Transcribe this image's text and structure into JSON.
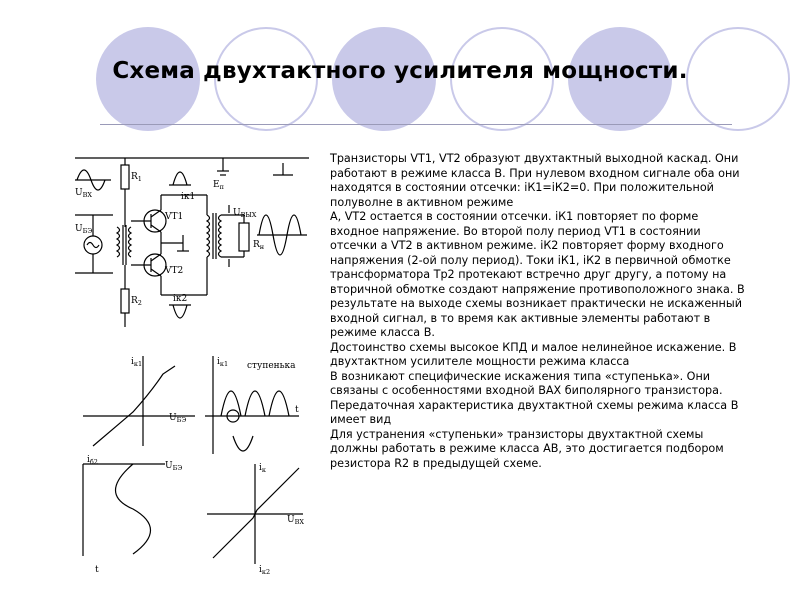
{
  "slide": {
    "title": "Схема двухтактного усилителя мощности."
  },
  "circuit_figure": {
    "labels": {
      "u_vkh": "U",
      "u_vkh_sub": "ВХ",
      "u_vykh": "U",
      "u_vykh_sub": "ВЫХ",
      "u_bz": "U",
      "u_bz_sub": "БЭ",
      "e_p": "E",
      "e_p_sub": "п",
      "vt1": "VT1",
      "vt2": "VT2",
      "r1": "R",
      "r1_sub": "1",
      "r2": "R",
      "r2_sub": "2",
      "rn": "R",
      "rn_sub": "н",
      "ik1": "iк1",
      "ik2": "iк2"
    }
  },
  "graphs_figure": {
    "labels": {
      "i_k1": "i",
      "i_k1_sub": "к1",
      "i_k1_b": "i",
      "i_k1_b_sub": "к1",
      "u_bz": "U",
      "u_bz_sub": "БЭ",
      "t": "t",
      "stupenka": "ступенька",
      "i_b2": "i",
      "i_b2_sub": "б2",
      "u_bz2": "U",
      "u_bz2_sub": "БЭ",
      "i_k": "i",
      "i_k_sub": "к",
      "u_vx": "U",
      "u_vx_sub": "ВХ",
      "i_k2": "i",
      "i_k2_sub": "к2",
      "t2": "t"
    }
  },
  "description": {
    "paragraphs": [
      "Транзисторы VT1, VT2 образуют двухтактный выходной каскад. Они работают в режиме класса В. При нулевом входном сигнале оба они находятся в состоянии отсечки: iК1=iК2=0. При  положительной полуволне в активном режиме",
      "А, VT2 остается в состоянии отсечки. iК1 повторяет по форме входное напряжение. Во второй полу период VT1 в состоянии отсечки а VT2 в активном режиме. iК2   повторяет форму входного напряжения (2-ой полу период). Токи  iК1, iК2 в первичной обмотке трансформатора Тр2 протекают встречно друг другу, а потому на вторичной обмотке создают напряжение противоположного знака. В результате на выходе схемы возникает практически не искаженный входной сигнал, в то время как активные элементы работают в режиме класса В.",
      "Достоинство схемы высокое КПД и малое нелинейное искажение. В двухтактном усилителе мощности режима класса",
      "В возникают специфические искажения типа «ступенька». Они связаны с особенностями входной ВАХ биполярного транзистора. Передаточная характеристика двухтактной схемы режима класса В имеет вид",
      "Для устранения «ступеньки» транзисторы двухтактной схемы должны работать в режиме класса АВ, это достигается подбором резистора R2 в предыдущей схеме."
    ]
  }
}
